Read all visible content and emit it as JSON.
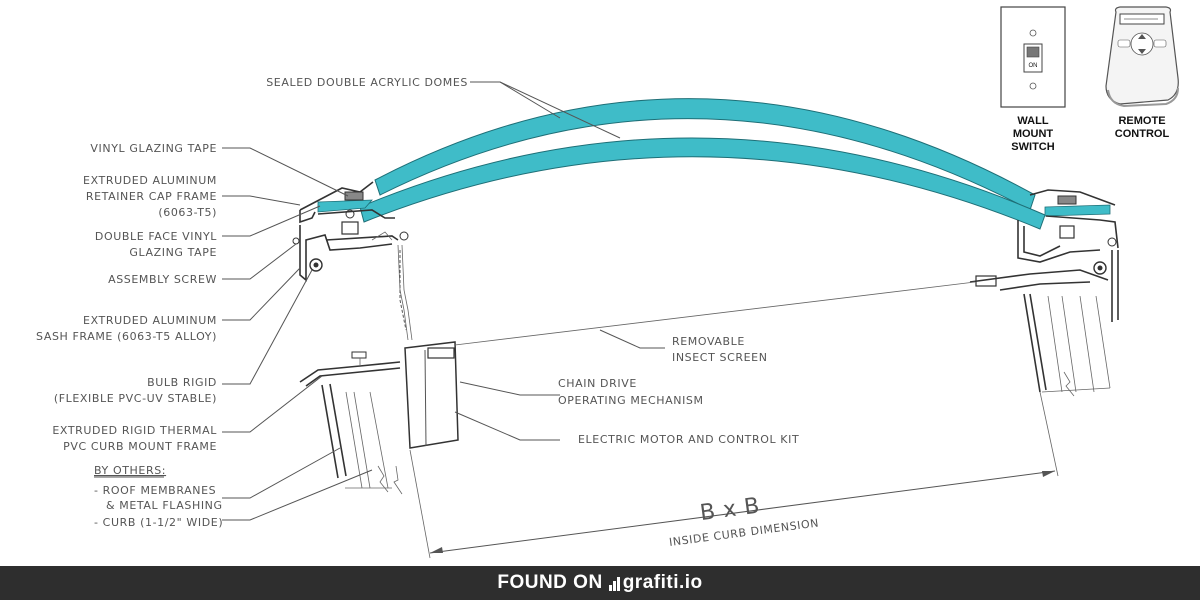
{
  "labels": {
    "domes": "SEALED DOUBLE ACRYLIC DOMES",
    "vinyl_tape": "VINYL GLAZING TAPE",
    "retainer_1": "EXTRUDED ALUMINUM",
    "retainer_2": "RETAINER CAP FRAME",
    "retainer_3": "(6063-T5)",
    "double_face_1": "DOUBLE FACE VINYL",
    "double_face_2": "GLAZING TAPE",
    "assembly_screw": "ASSEMBLY SCREW",
    "sash_1": "EXTRUDED ALUMINUM",
    "sash_2": "SASH FRAME (6063-T5 ALLOY)",
    "bulb_1": "BULB RIGID",
    "bulb_2": "(FLEXIBLE PVC-UV STABLE)",
    "curb_frame_1": "EXTRUDED RIGID THERMAL",
    "curb_frame_2": "PVC CURB MOUNT FRAME",
    "by_others": "BY OTHERS:",
    "roof_1": "- ROOF MEMBRANES",
    "roof_2": "& METAL FLASHING",
    "curb_wide": "- CURB (1-1/2\" WIDE)",
    "insect_1": "REMOVABLE",
    "insect_2": "INSECT SCREEN",
    "chain_1": "CHAIN DRIVE",
    "chain_2": "OPERATING MECHANISM",
    "motor": "ELECTRIC MOTOR AND CONTROL KIT",
    "dimension_main": "B  x  B",
    "dimension_sub": "INSIDE CURB DIMENSION"
  },
  "devices": {
    "switch_on": "ON",
    "switch_1": "WALL",
    "switch_2": "MOUNT",
    "switch_3": "SWITCH",
    "remote_1": "REMOTE",
    "remote_2": "CONTROL"
  },
  "footer": {
    "prefix": "FOUND ON",
    "brand": "grafiti.io"
  },
  "colors": {
    "dome": "#3fbcc8",
    "footer_bg": "#2e2e2e"
  }
}
